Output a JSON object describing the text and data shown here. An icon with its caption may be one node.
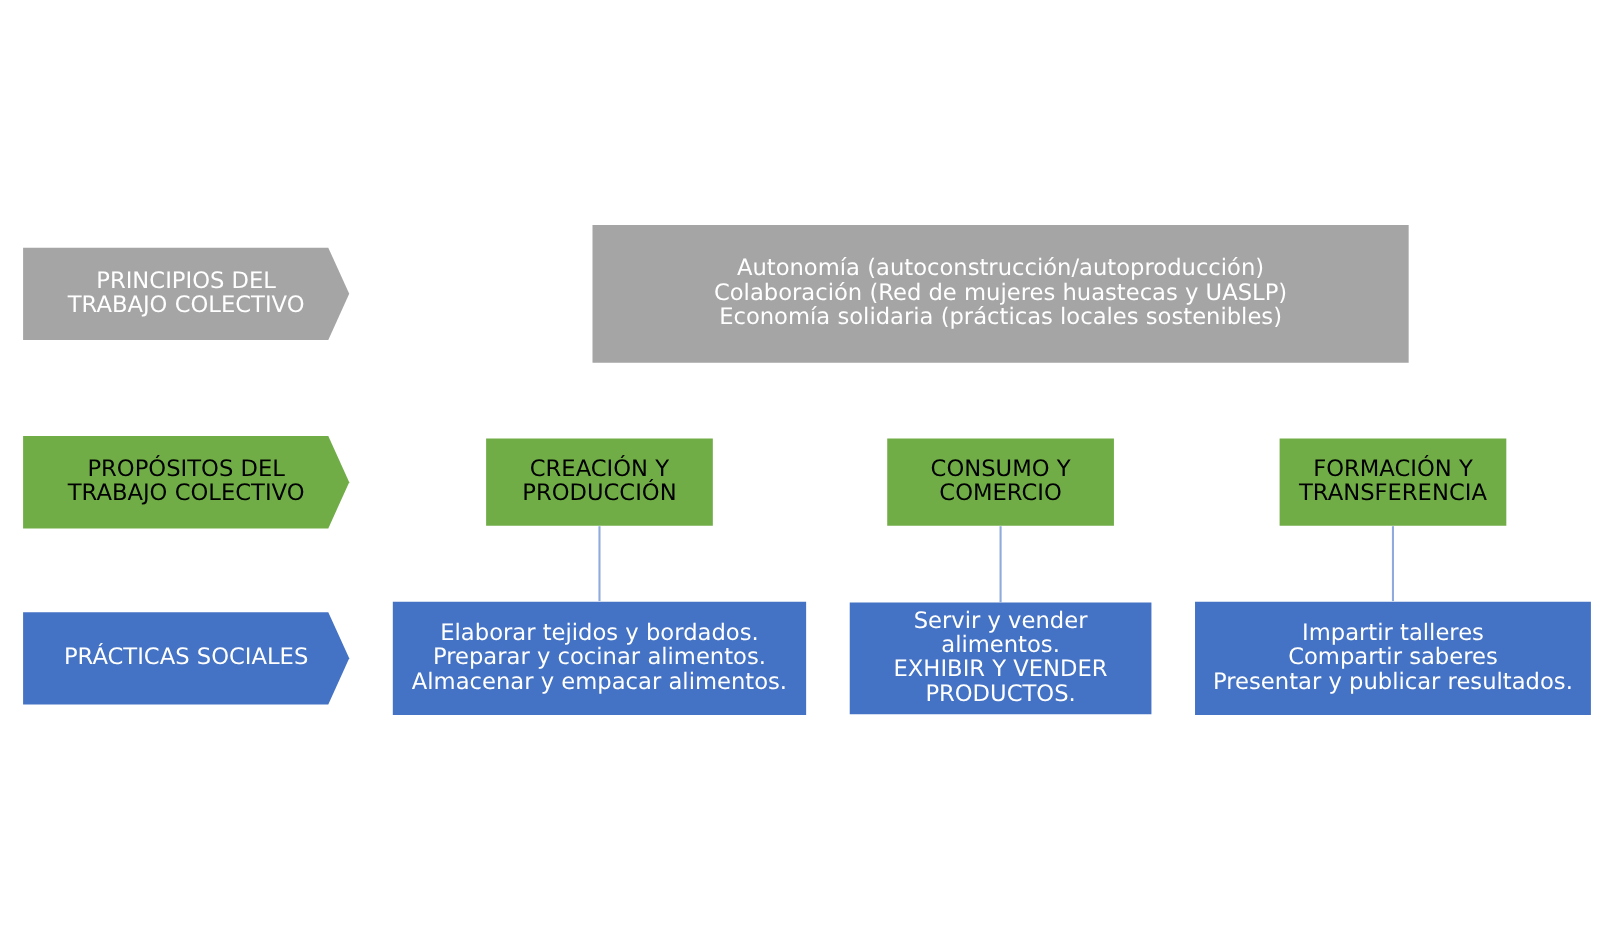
{
  "diagram": {
    "nodes": [
      {
        "text": [
          "PRINCIPIOS DEL TRABAJO COLECTIVO"
        ]
      },
      {
        "text": [
          "Autonomía (autoconstrucción/autoproducción)",
          "Colaboración (Red de mujeres huastecas y UASLP)",
          "Economía solidaria (prácticas locales sostenibles)"
        ]
      },
      {
        "text": [
          "PROPÓSITOS DEL TRABAJO COLECTIVO"
        ]
      },
      {
        "text": [
          "CREACIÓN Y PRODUCCIÓN"
        ]
      },
      {
        "text": [
          "CONSUMO Y COMERCIO"
        ]
      },
      {
        "text": [
          "FORMACIÓN Y TRANSFERENCIA"
        ]
      },
      {
        "text": [
          "PRÁCTICAS SOCIALES"
        ]
      },
      {
        "text": [
          "Elaborar tejidos y bordados.",
          "Preparar y cocinar alimentos.",
          "Almacenar y empacar alimentos."
        ]
      },
      {
        "text": [
          "Impartir talleres",
          "Compartir saberes",
          "Presentar y publicar resultados."
        ]
      },
      {
        "text": [
          "Servir y vender alimentos.",
          "EXHIBIR Y VENDER PRODUCTOS."
        ]
      }
    ],
    "edges": [
      {
        "from": 3,
        "to": 7,
        "arrow": "none"
      },
      {
        "from": 4,
        "to": 9,
        "arrow": "none"
      },
      {
        "from": 5,
        "to": 8,
        "arrow": "none"
      }
    ]
  }
}
